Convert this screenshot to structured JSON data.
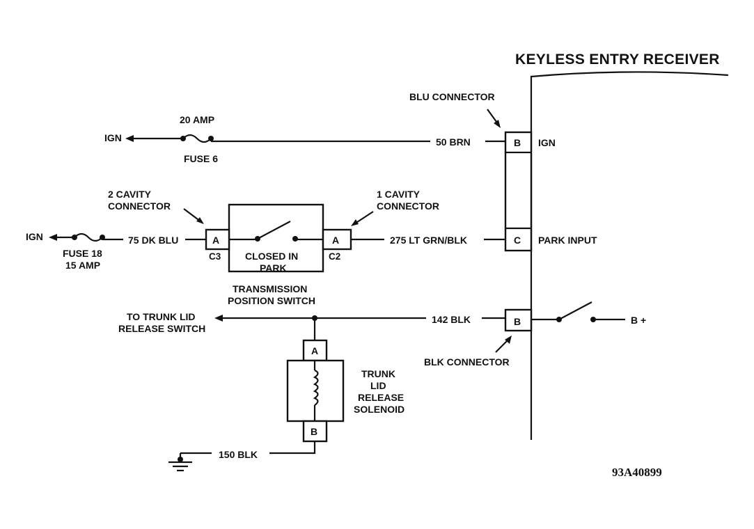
{
  "receiver": {
    "title": "KEYLESS ENTRY RECEIVER",
    "blu_connector": "BLU CONNECTOR",
    "blk_connector": "BLK CONNECTOR",
    "pin_ign_letter": "B",
    "pin_ign_label": "IGN",
    "pin_park_letter": "C",
    "pin_park_label": "PARK INPUT",
    "pin_blk_letter": "B",
    "battery_label": "B +"
  },
  "fuse6": {
    "rating": "20 AMP",
    "name": "FUSE 6",
    "source": "IGN",
    "wire": "50 BRN"
  },
  "fuse18": {
    "source": "IGN",
    "name": "FUSE 18",
    "rating": "15 AMP",
    "wire": "75 DK BLU"
  },
  "switch": {
    "cavity2_line1": "2 CAVITY",
    "cavity2_line2": "CONNECTOR",
    "cavity1_line1": "1 CAVITY",
    "cavity1_line2": "CONNECTOR",
    "left_pin": "A",
    "left_conn": "C3",
    "right_pin": "A",
    "right_conn": "C2",
    "state_line1": "CLOSED IN",
    "state_line2": "PARK",
    "name_line1": "TRANSMISSION",
    "name_line2": "POSITION SWITCH",
    "output_wire": "275 LT GRN/BLK"
  },
  "trunk": {
    "dest_line1": "TO TRUNK LID",
    "dest_line2": "RELEASE SWITCH",
    "wire": "142 BLK",
    "pin_top": "A",
    "pin_bottom": "B",
    "solenoid_line1": "TRUNK",
    "solenoid_line2": "LID",
    "solenoid_line3": "RELEASE",
    "solenoid_line4": "SOLENOID",
    "ground_wire": "150 BLK"
  },
  "figure_code": "93A40899"
}
